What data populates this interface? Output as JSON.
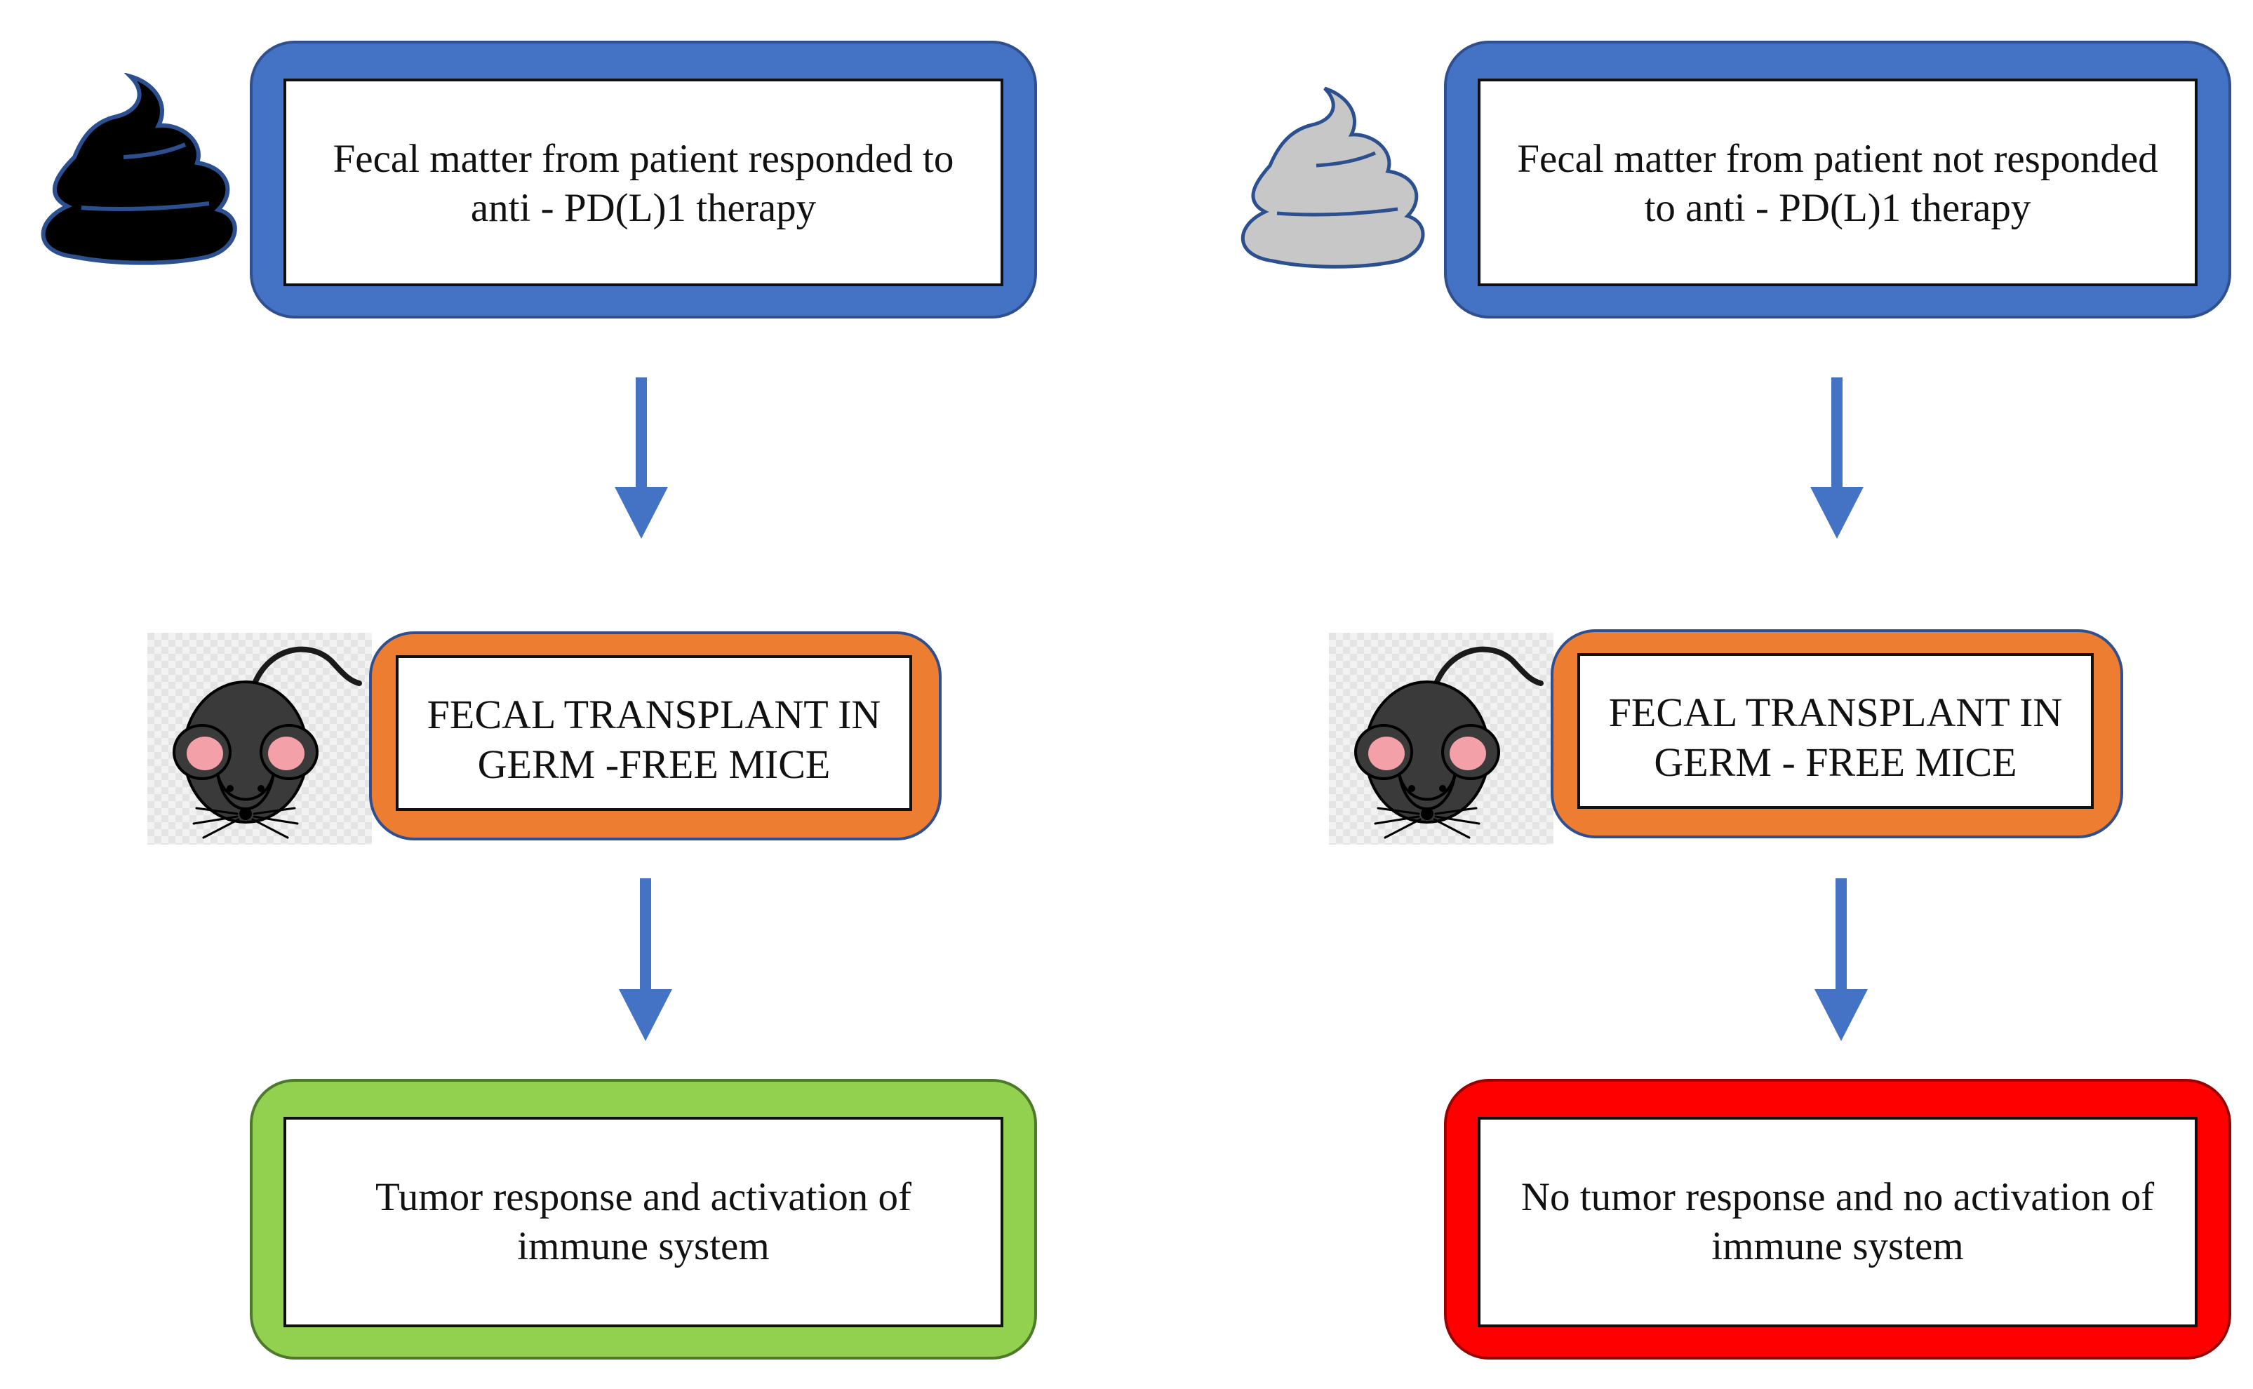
{
  "nodes": {
    "top_left": {
      "text": "Fecal matter from patient responded to anti - PD(L)1 therapy"
    },
    "top_right": {
      "text": "Fecal matter from patient not responded to anti - PD(L)1 therapy"
    },
    "mid_left": {
      "text": "FECAL TRANSPLANT IN GERM -FREE MICE"
    },
    "mid_right": {
      "text": "FECAL TRANSPLANT IN GERM - FREE MICE"
    },
    "bot_left": {
      "text": "Tumor response and activation of immune system"
    },
    "bot_right": {
      "text": "No tumor response and no activation of immune system"
    }
  },
  "colors": {
    "box_blue": "#4472c4",
    "box_orange": "#ed7d31",
    "box_green": "#92d050",
    "box_red": "#ff0000",
    "arrow": "#4472c4",
    "stool_dark": "#000000",
    "stool_light": "#c7c7c7",
    "mouse_body": "#3a3a3a",
    "mouse_ear": "#f4a0a8"
  },
  "icons": {
    "stool_left": "stool-dark-icon",
    "stool_right": "stool-light-icon",
    "mouse_left": "mouse-icon",
    "mouse_right": "mouse-icon"
  },
  "edges": [
    {
      "from": "top_left",
      "to": "mid_left"
    },
    {
      "from": "mid_left",
      "to": "bot_left"
    },
    {
      "from": "top_right",
      "to": "mid_right"
    },
    {
      "from": "mid_right",
      "to": "bot_right"
    }
  ]
}
